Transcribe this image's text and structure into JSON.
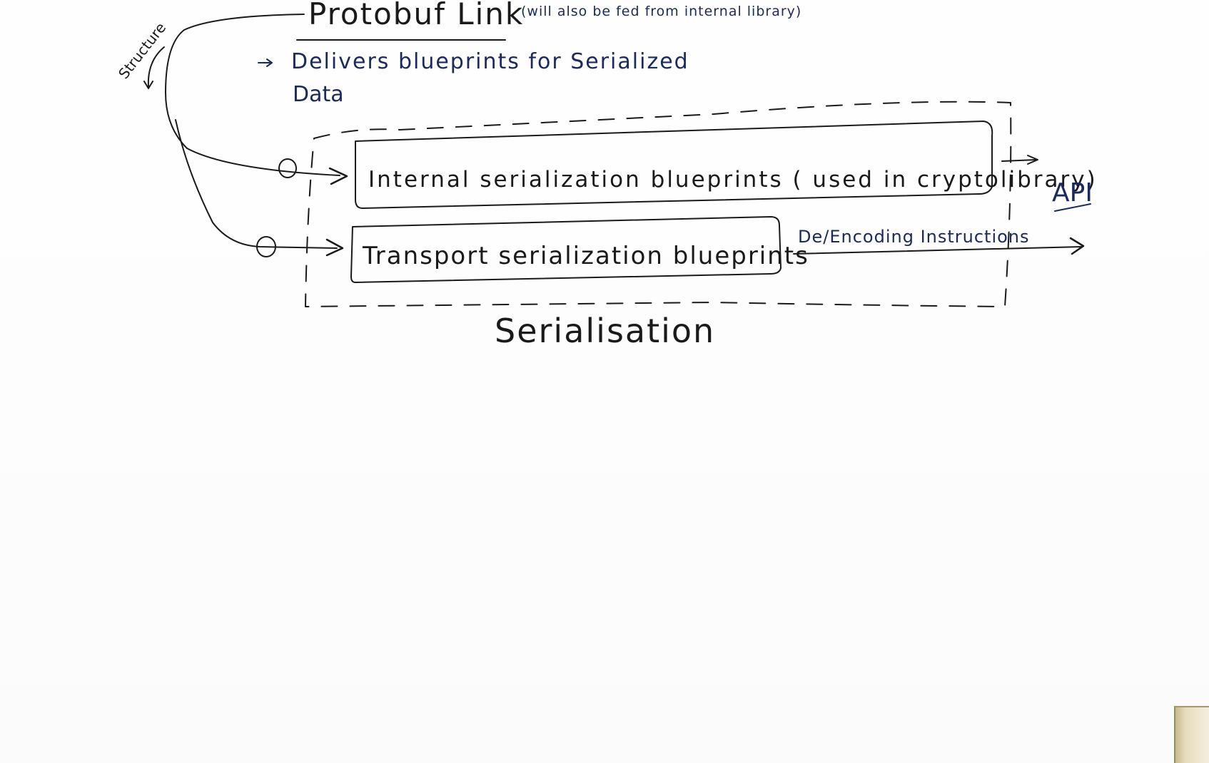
{
  "header": {
    "title": "Protobuf Link",
    "title_note": "(will also be fed from internal library)",
    "bullet": "Delivers blueprints for Serialized",
    "bullet_line2": "Data",
    "side_label": "Structure"
  },
  "boxes": {
    "internal": "Internal serialization blueprints ( used in cryptolibrary)",
    "transport": "Transport serialization blueprints"
  },
  "edges": {
    "encoding_label": "De/Encoding Instructions"
  },
  "group": {
    "label": "Serialisation"
  },
  "outputs": {
    "api": "API"
  },
  "colors": {
    "ink_black": "#1a1a1a",
    "ink_navy": "#1b2a5c",
    "board": "#ffffff"
  }
}
